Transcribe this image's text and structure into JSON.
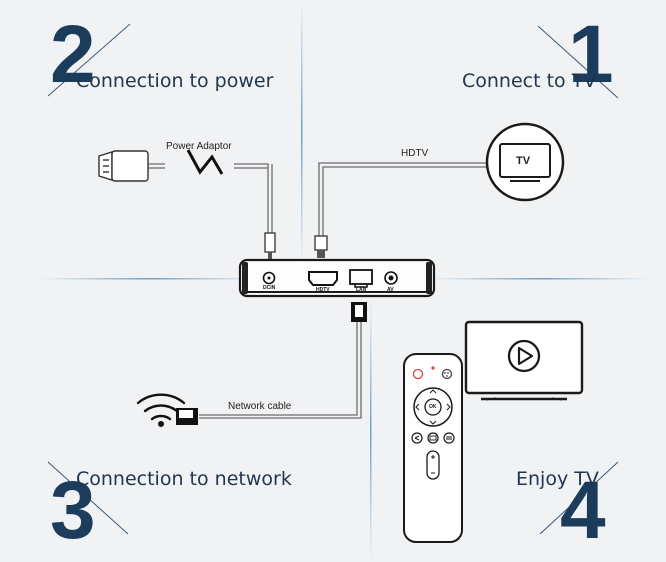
{
  "steps": [
    {
      "number": "1",
      "label": "Connect to TV"
    },
    {
      "number": "2",
      "label": "Connection to power"
    },
    {
      "number": "3",
      "label": "Connection to network"
    },
    {
      "number": "4",
      "label": "Enjoy TV"
    }
  ],
  "labels": {
    "power_adaptor": "Power Adaptor",
    "hdtv": "HDTV",
    "tv": "TV",
    "network_cable": "Network cable"
  },
  "ports": {
    "dcin": "DCIN",
    "hdtv": "HDTV",
    "lan": "LAN",
    "av": "AV"
  },
  "remote": {
    "ok": "OK"
  },
  "colors": {
    "accent": "#1c3c5c",
    "divider": "#5a9ac8",
    "line": "#666666",
    "background": "#f1f2f4"
  }
}
